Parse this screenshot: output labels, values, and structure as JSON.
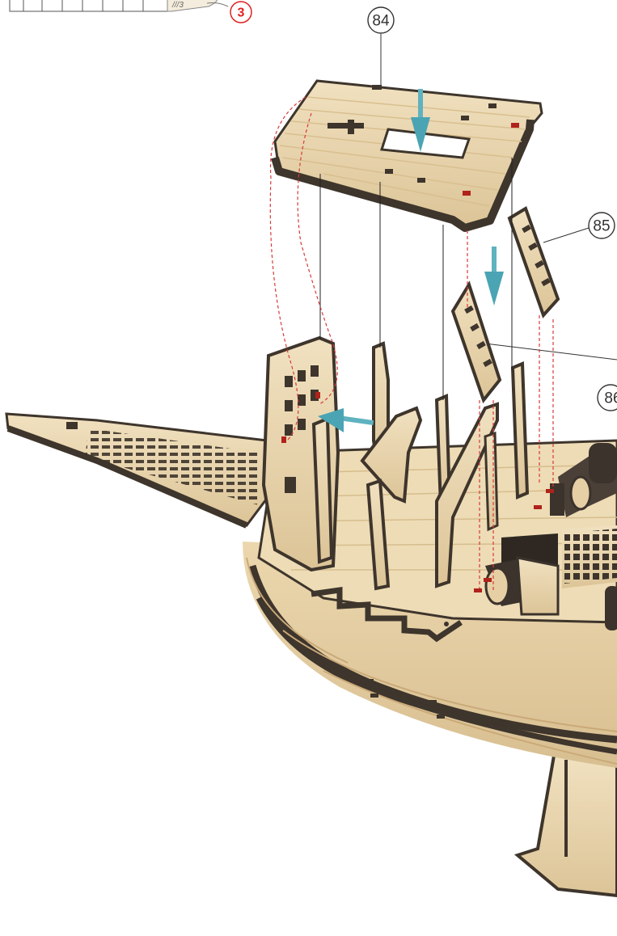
{
  "header_strip": {
    "small_text": "///3",
    "step_badge": "3"
  },
  "callouts": [
    {
      "label": "84"
    },
    {
      "label": "85"
    },
    {
      "label": "86"
    }
  ],
  "colors": {
    "wood_light": "#ecd9b4",
    "wood_mid": "#d9c293",
    "wood_edge": "#4a3f33",
    "arrow": "#5fb2bf",
    "guide_red": "#d83a3a",
    "leader": "#333333"
  }
}
